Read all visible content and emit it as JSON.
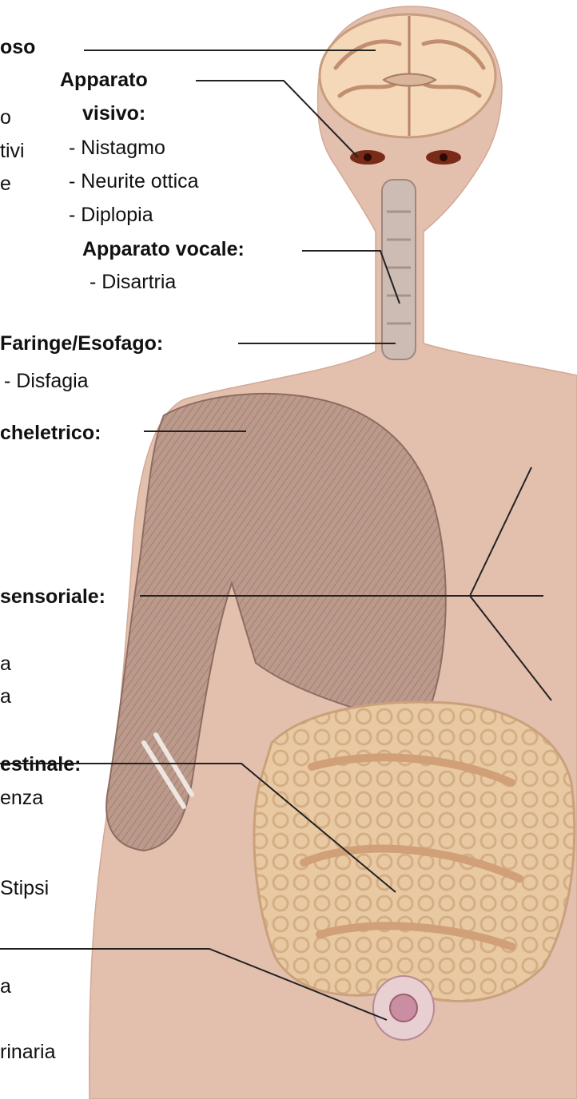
{
  "colors": {
    "skin": "#e3bfae",
    "skin_shadow": "#d3a896",
    "leader_line": "#222222",
    "text": "#111111"
  },
  "labels": {
    "nervous_fragment": "oso",
    "nervous_item_1": "o",
    "nervous_item_2": "tivi",
    "nervous_item_3": "e",
    "visual_title_1": "Apparato",
    "visual_title_2": "visivo:",
    "visual_items": [
      "- Nistagmo",
      "- Neurite ottica",
      "- Diplopia"
    ],
    "vocal_title": "Apparato vocale:",
    "vocal_items": [
      "- Disartria"
    ],
    "pharynx_title": "Faringe/Esofago:",
    "pharynx_items": [
      "- Disfagia"
    ],
    "musculo_fragment": "cheletrico:",
    "sensory_fragment": "sensoriale:",
    "sensory_item_1": "a",
    "sensory_item_2": "a",
    "gi_fragment": "estinale:",
    "gi_item_1": "enza",
    "gi_item_2": "Stipsi",
    "urinary_item_1": "a",
    "urinary_item_2": "rinaria"
  },
  "organs": [
    {
      "name": "brain",
      "icon": "brain-coronal-section"
    },
    {
      "name": "eyes",
      "icon": "eye-pair"
    },
    {
      "name": "larynx",
      "icon": "larynx-trachea"
    },
    {
      "name": "arm-shoulder-muscles",
      "icon": "muscle-fibers"
    },
    {
      "name": "intestines",
      "icon": "intestine-loops"
    },
    {
      "name": "bladder",
      "icon": "bladder"
    }
  ]
}
